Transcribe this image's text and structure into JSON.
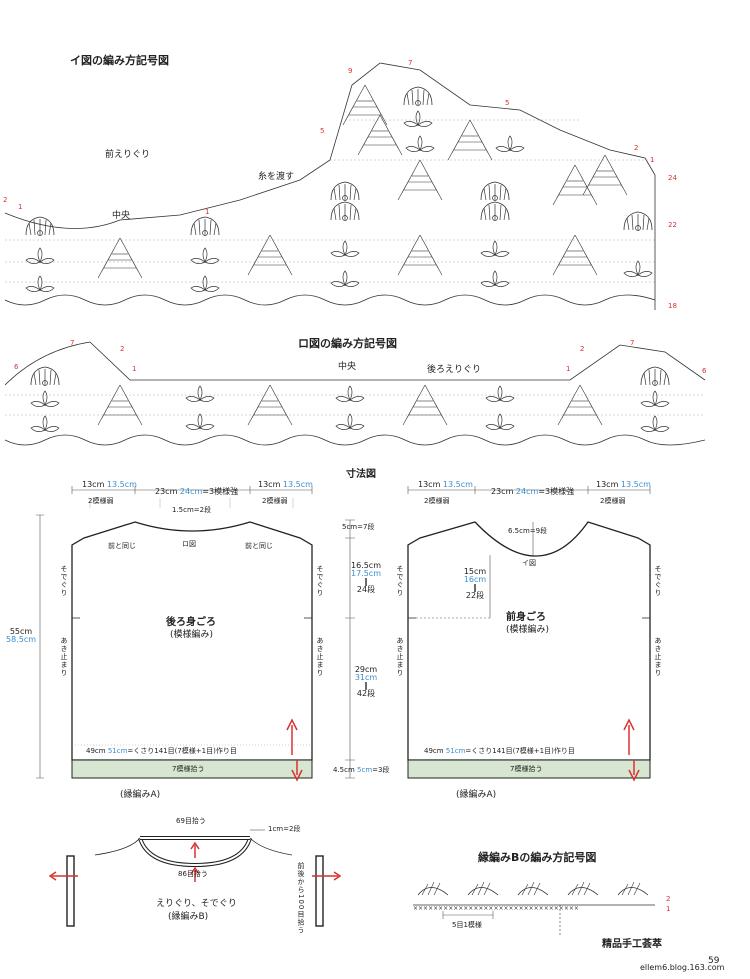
{
  "chart_a": {
    "title": "イ図の編み方記号図",
    "label_front_neck": "前えりぐり",
    "label_center": "中央",
    "label_thread": "糸を渡す",
    "rows": [
      "9",
      "7",
      "5",
      "5",
      "2",
      "1",
      "24",
      "22",
      "18",
      "2",
      "1",
      "1"
    ]
  },
  "chart_b": {
    "title": "ロ図の編み方記号図",
    "label_center": "中央",
    "label_back_neck": "後ろえりぐり",
    "rows": [
      "7",
      "2",
      "6",
      "1",
      "2",
      "7",
      "6",
      "1"
    ]
  },
  "dimensions": {
    "title": "寸法図",
    "back": {
      "top_left": "13cm 13.5cm",
      "top_left_blue": "13.5cm",
      "top_left_sub": "2模様弱",
      "top_mid": "23cm",
      "top_mid_blue": "24cm",
      "top_mid_rest": "=3模様強",
      "top_right": "13cm",
      "top_right_blue": "13.5cm",
      "top_right_sub": "2模様弱",
      "neck_depth": "1.5cm=2段",
      "shoulder_left": "前と同じ",
      "shoulder_right": "前と同じ",
      "neck_ref": "ロ図",
      "name": "後ろ身ごろ",
      "stitch": "(模様編み)",
      "height": "55cm",
      "height_blue": "58.5cm",
      "side_left_top": "そでぐり",
      "side_left_bot": "あき止まり",
      "side_right_top": "そでぐり",
      "side_right_bot": "あき止まり",
      "bottom": "49cm",
      "bottom_blue": "51cm",
      "bottom_rest": "=くさり141目(7模様+1目)作り目",
      "pickup": "7模様拾う",
      "border": "(縁編みA)"
    },
    "middle": {
      "top": "5cm=7段",
      "a": "16.5cm",
      "a_blue": "17.5cm",
      "a_rows": "24段",
      "b": "29cm",
      "b_blue": "31cm",
      "b_rows": "42段",
      "c": "4.5cm",
      "c_blue": "5cm",
      "c_rows": "=3段"
    },
    "front": {
      "top_left": "13cm",
      "top_left_blue": "13.5cm",
      "top_left_sub": "2模様弱",
      "top_mid": "23cm",
      "top_mid_blue": "24cm",
      "top_mid_rest": "=3模様強",
      "top_right": "13cm",
      "top_right_blue": "13.5cm",
      "top_right_sub": "2模様弱",
      "neck_depth": "6.5cm=9段",
      "neck_ref": "イ図",
      "neck_a": "15cm",
      "neck_a_blue": "16cm",
      "neck_rows": "22段",
      "name": "前身ごろ",
      "stitch": "(模様編み)",
      "side_left_top": "そでぐり",
      "side_left_bot": "あき止まり",
      "side_right_top": "そでぐり",
      "side_right_bot": "あき止まり",
      "bottom": "49cm",
      "bottom_blue": "51cm",
      "bottom_rest": "=くさり141目(7模様+1目)作り目",
      "pickup": "7模様拾う",
      "border": "(縁編みA)"
    }
  },
  "neckline": {
    "pick_top": "69目拾う",
    "width_top": "1cm=2段",
    "pick_bottom": "86目拾う",
    "side": "前後から100目拾う",
    "name": "えりぐり、そでぐり",
    "stitch": "(縁編みB)"
  },
  "edge_b": {
    "title": "縁編みBの編み方記号図",
    "repeat": "5目1模様",
    "rows": [
      "2",
      "1"
    ]
  },
  "footer": {
    "page": "59",
    "watermark": "精品手工荟萃",
    "blog": "ellem6.blog.163.com"
  },
  "colors": {
    "accent_blue": "#3a8fd0",
    "arrow_red": "#d83232",
    "band_green": "#d6e6d0"
  }
}
